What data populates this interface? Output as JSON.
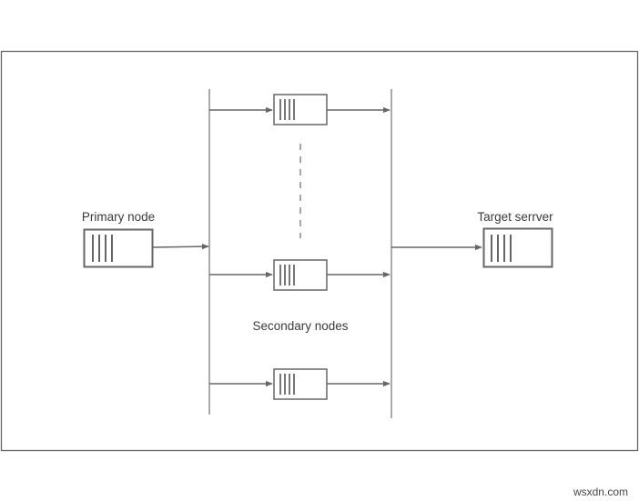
{
  "diagram": {
    "primary_label": "Primary node",
    "target_label": "Target serrver",
    "secondary_label": "Secondary nodes",
    "watermark": "wsxdn.com",
    "colors": {
      "stroke": "#666666",
      "text": "#3a3a3a",
      "background": "#ffffff"
    }
  }
}
